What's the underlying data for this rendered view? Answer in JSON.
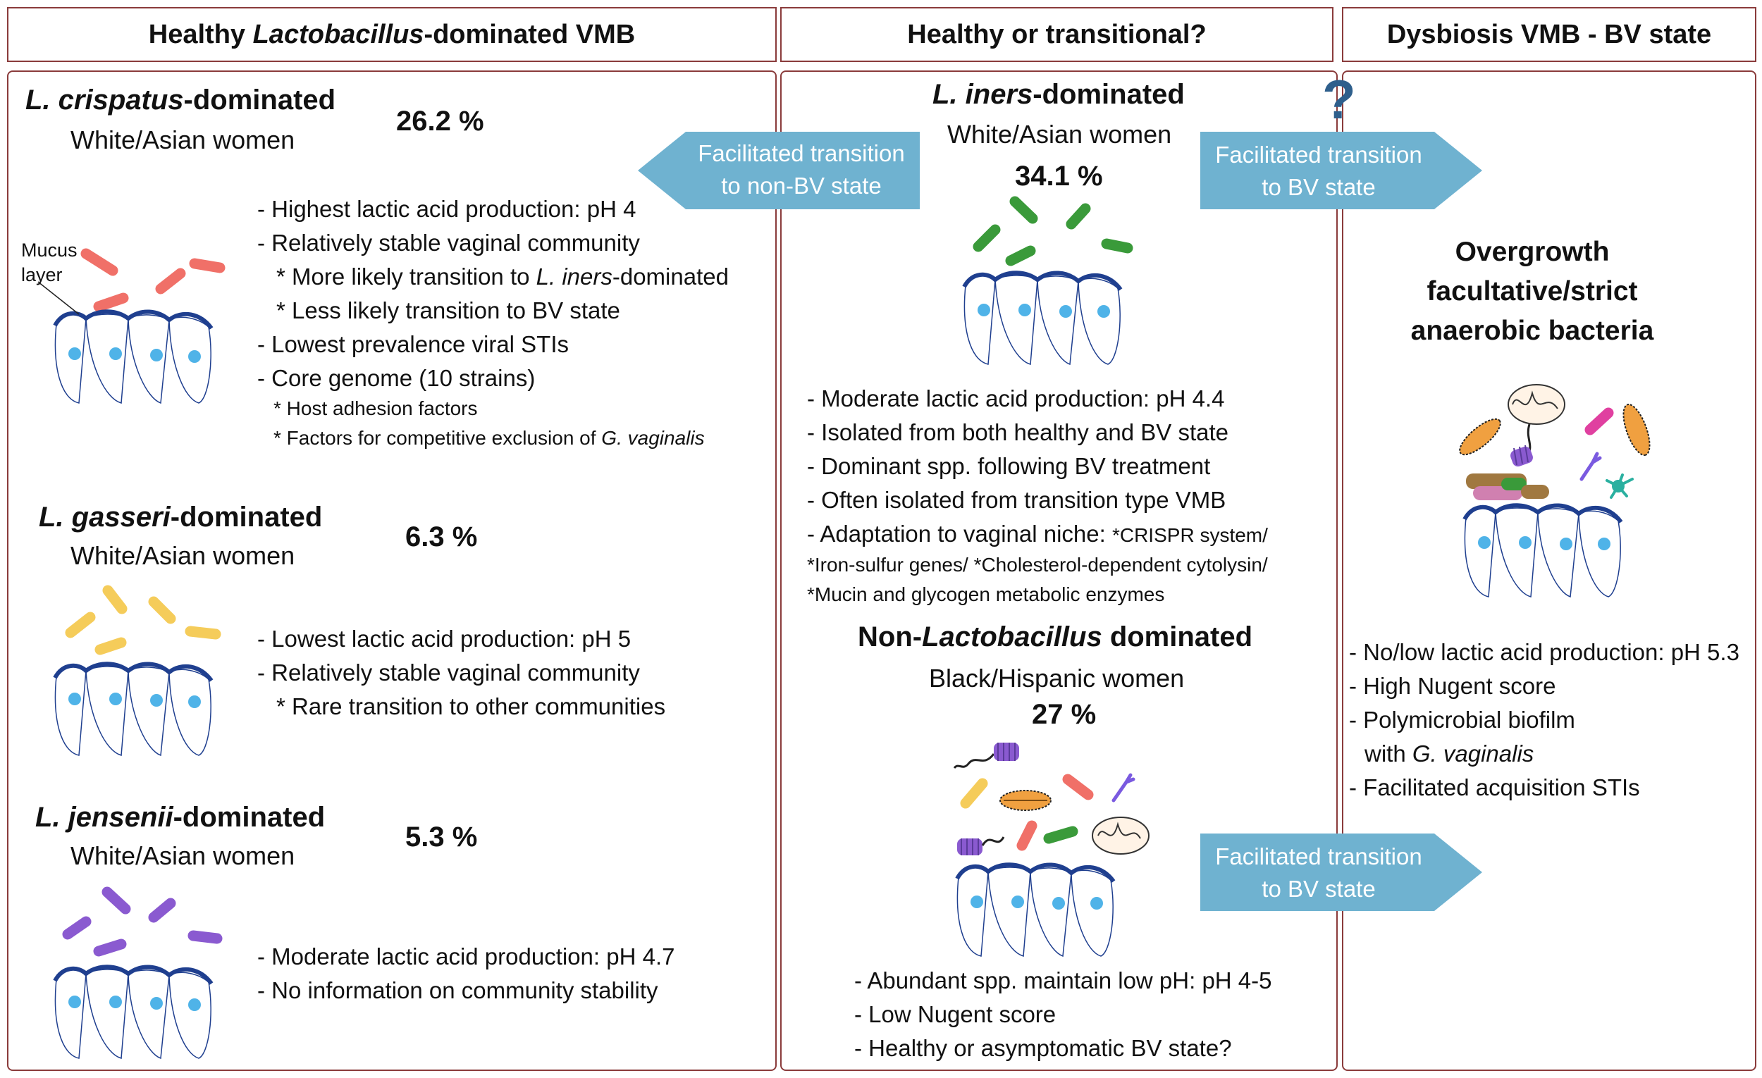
{
  "headers": {
    "healthy_prefix": "Healthy ",
    "healthy_italic": "Lactobacillus",
    "healthy_suffix": "-dominated VMB",
    "transitional": "Healthy or transitional?",
    "dysbiosis": "Dysbiosis VMB - BV state"
  },
  "crispatus": {
    "name_italic": "L. crispatus",
    "name_suffix": "-dominated",
    "population": "White/Asian women",
    "percent": "26.2 %",
    "mucus_label_1": "Mucus",
    "mucus_label_2": "layer",
    "b1": "- Highest lactic acid production: pH 4",
    "b2": "- Relatively stable vaginal community",
    "b3_prefix": "* More likely transition to ",
    "b3_italic": "L. iners",
    "b3_suffix": "-dominated",
    "b4": "* Less likely transition to BV state",
    "b5": "- Lowest prevalence viral STIs",
    "b6": "- Core genome (10 strains)",
    "b7": "* Host adhesion factors",
    "b8_prefix": "* Factors for competitive exclusion of ",
    "b8_italic": "G. vaginalis"
  },
  "gasseri": {
    "name_italic": "L. gasseri",
    "name_suffix": "-dominated",
    "population": "White/Asian women",
    "percent": "6.3 %",
    "b1": "- Lowest lactic acid production: pH 5",
    "b2": "- Relatively stable vaginal community",
    "b3": "* Rare transition to other communities"
  },
  "jensenii": {
    "name_italic": "L. jensenii",
    "name_suffix": "-dominated",
    "population": "White/Asian women",
    "percent": "5.3 %",
    "b1": "- Moderate lactic acid production: pH 4.7",
    "b2": "- No information on community stability"
  },
  "iners": {
    "name_italic": "L. iners",
    "name_suffix": "-dominated",
    "population": "White/Asian women",
    "percent": "34.1 %",
    "b1": "- Moderate lactic acid production: pH 4.4",
    "b2": "- Isolated from both healthy and BV state",
    "b3": "- Dominant spp. following BV treatment",
    "b4": "- Often isolated from transition type VMB",
    "b5_prefix": "- Adaptation to vaginal niche: ",
    "b5_small": "*CRISPR system/",
    "b6": "*Iron-sulfur genes/ *Cholesterol-dependent cytolysin/",
    "b7": "*Mucin and glycogen metabolic enzymes"
  },
  "nonlacto": {
    "name_prefix": "Non-",
    "name_italic": "Lactobacillus",
    "name_suffix": " dominated",
    "population": "Black/Hispanic women",
    "percent": "27 %",
    "b1": "- Abundant spp. maintain low pH: pH 4-5",
    "b2": "- Low Nugent score",
    "b3": "- Healthy or asymptomatic BV state?"
  },
  "dysbiosis": {
    "line1": "Overgrowth",
    "line2": "facultative/strict",
    "line3": "anaerobic bacteria",
    "b1": "- No/low lactic acid production: pH 5.3",
    "b2": "- High Nugent score",
    "b3": "- Polymicrobial biofilm",
    "b4_prefix": "with ",
    "b4_italic": "G. vaginalis",
    "b5": "- Facilitated acquisition STIs"
  },
  "arrows": {
    "to_non_bv_1": "Facilitated transition",
    "to_non_bv_2": "to non-BV state",
    "to_bv_1": "Facilitated transition",
    "to_bv_2": "to BV state",
    "question": "?"
  },
  "colors": {
    "border": "#8a3b3b",
    "arrow": "#6fb2d0",
    "mucus": "#1f3f8f",
    "nucleus": "#4fb3e8",
    "crispatus_rod": "#f07068",
    "gasseri_rod": "#f5cc5a",
    "jensenii_rod": "#8a5ad0",
    "iners_rod": "#3a9a3a"
  }
}
